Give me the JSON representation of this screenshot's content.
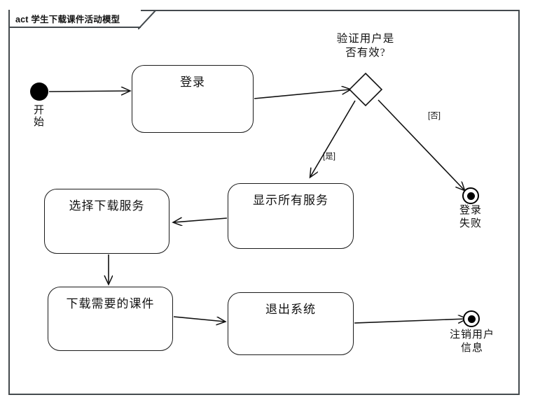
{
  "frame": {
    "tab_label": "act 学生下载课件活动模型",
    "stereotype": "act",
    "diagram_name": "学生下载课件活动模型"
  },
  "diagram": {
    "type": "uml-activity-diagram",
    "initial_node": {
      "label": "开\n始",
      "label_plain": "开始"
    },
    "activities": [
      {
        "id": "login",
        "label": "登录"
      },
      {
        "id": "show-all",
        "label": "显示所有服务"
      },
      {
        "id": "choose-dl",
        "label": "选择下载服务"
      },
      {
        "id": "download",
        "label": "下载需要的课件"
      },
      {
        "id": "logout",
        "label": "退出系统"
      }
    ],
    "decision": {
      "id": "verify-user",
      "label": "验证用户是\n否有效?"
    },
    "guards": {
      "yes": "[是]",
      "no": "[否]"
    },
    "final_nodes": [
      {
        "id": "login-failed",
        "label": "登录\n失败",
        "label_plain": "登录失败"
      },
      {
        "id": "logout-done",
        "label": "注销用户\n信息",
        "label_plain": "注销用户信息"
      }
    ]
  },
  "colors": {
    "frame_stroke": "#444a4e",
    "node_stroke": "#1a1a1a",
    "edge_stroke": "#111111",
    "canvas": "#ffffff",
    "text": "#111111"
  }
}
